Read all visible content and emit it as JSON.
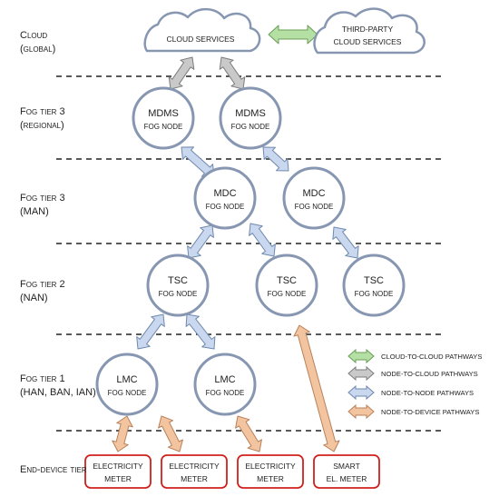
{
  "tiers": [
    {
      "name": "Cloud",
      "sub": "(global)"
    },
    {
      "name": "Fog tier 3",
      "sub": "(regional)"
    },
    {
      "name": "Fog tier 3",
      "sub": "(MAN)"
    },
    {
      "name": "Fog tier 2",
      "sub": "(NAN)"
    },
    {
      "name": "Fog tier 1",
      "sub": "(HAN, BAN, IAN)"
    },
    {
      "name": "End-device tier",
      "sub": ""
    }
  ],
  "clouds": [
    {
      "label": "Cloud services"
    },
    {
      "label": "Third-party\nCloud services"
    }
  ],
  "nodes": [
    {
      "name": "MDMS",
      "sub": "Fog node"
    },
    {
      "name": "MDMS",
      "sub": "Fog node"
    },
    {
      "name": "MDC",
      "sub": "Fog node"
    },
    {
      "name": "MDC",
      "sub": "Fog node"
    },
    {
      "name": "TSC",
      "sub": "Fog node"
    },
    {
      "name": "TSC",
      "sub": "Fog node"
    },
    {
      "name": "TSC",
      "sub": "Fog node"
    },
    {
      "name": "LMC",
      "sub": "Fog node"
    },
    {
      "name": "LMC",
      "sub": "Fog node"
    }
  ],
  "devices": [
    {
      "label": "Electricity\nmeter"
    },
    {
      "label": "Electricity\nmeter"
    },
    {
      "label": "Electricity\nmeter"
    },
    {
      "label": "Smart\nel. meter"
    }
  ],
  "legend": [
    {
      "label": "Cloud-to-cloud pathways",
      "color": "#b5e0a4",
      "stroke": "#6a9e58"
    },
    {
      "label": "Node-to-cloud pathways",
      "color": "#c9c9c9",
      "stroke": "#7d7d7d"
    },
    {
      "label": "Node-to-node pathways",
      "color": "#c9d8ee",
      "stroke": "#6f88ad"
    },
    {
      "label": "Node-to-device pathways",
      "color": "#f3c4a0",
      "stroke": "#b8815a"
    }
  ],
  "colors": {
    "node_stroke": "#8797b2",
    "device_stroke": "#d0201c",
    "divider": "#222222"
  }
}
